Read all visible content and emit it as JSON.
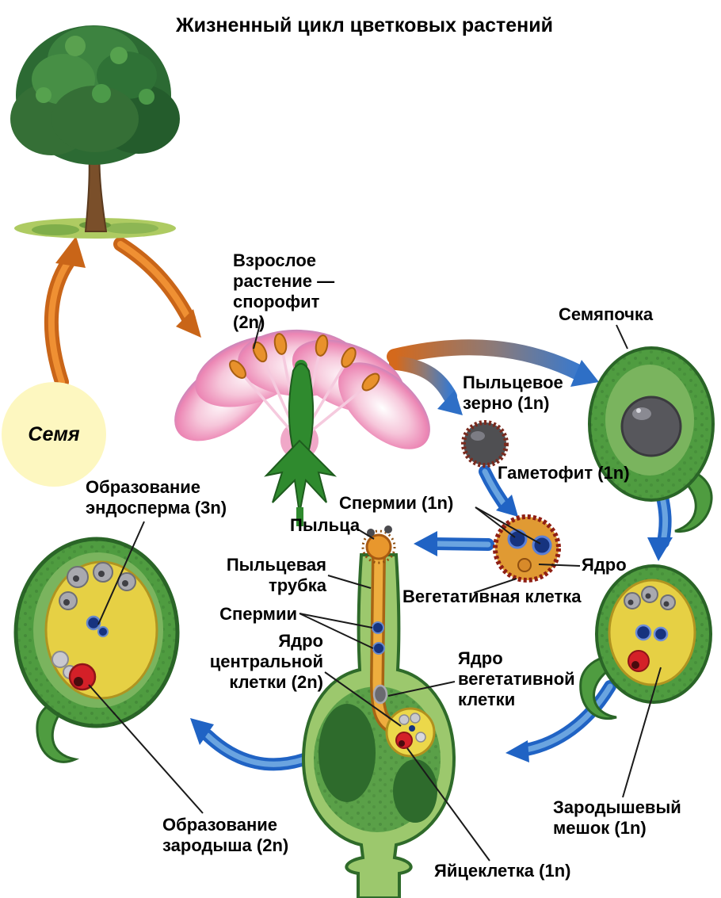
{
  "title": "Жизненный цикл цветковых растений",
  "labels": {
    "seed": "Семя",
    "adult_plant": "Взрослое растение — спорофит (2n)",
    "ovule": "Семяпочка",
    "pollen_grain": "Пыльцевое зерно (1n)",
    "gametophyte": "Гаметофит (1n)",
    "sperm_cells": "Спермии (1n)",
    "pollen": "Пыльца",
    "nucleus": "Ядро",
    "vegetative_cell": "Вегетативная клетка",
    "pollen_tube": "Пыльцевая трубка",
    "sperm": "Спермии",
    "central_cell_nucleus": "Ядро центральной клетки (2n)",
    "vegetative_cell_nucleus": "Ядро вегетативной клетки",
    "embryo_sac": "Зародышевый мешок (1n)",
    "egg_cell": "Яйцеклетка (1n)",
    "endosperm_formation": "Образование эндосперма (3n)",
    "embryo_formation": "Образование зародыша (2n)"
  },
  "colors": {
    "orange_arrow": "#c96518",
    "blue_arrow": "#2063c4",
    "seed_circle": "#fdf7c0",
    "petal_pink": "#e87fb0",
    "leaf_green": "#4f9c40",
    "yolk_yellow": "#e6d044",
    "egg_red": "#d42028",
    "sperm_blue": "#16337f"
  }
}
